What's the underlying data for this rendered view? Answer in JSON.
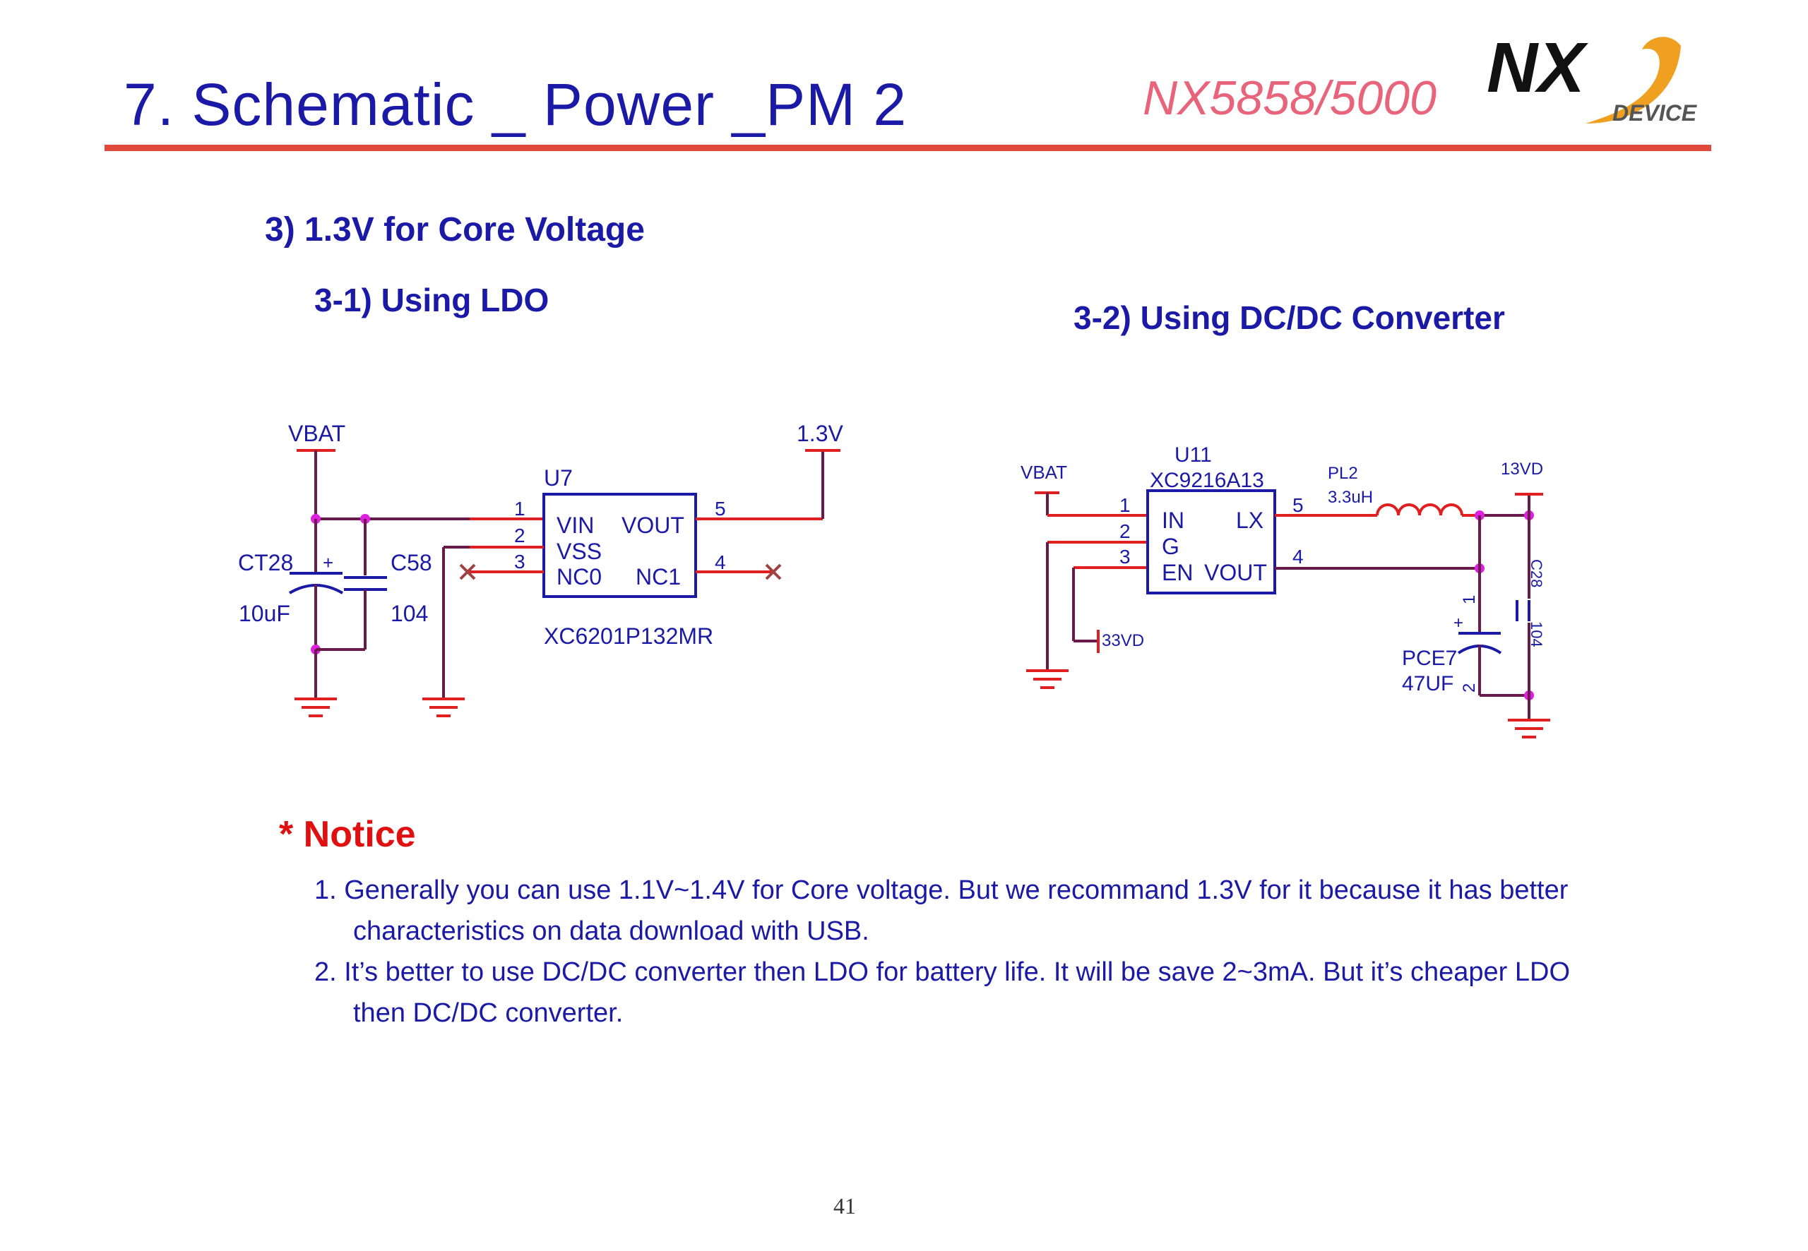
{
  "header": {
    "title": "7. Schematic _ Power _PM 2",
    "model": "NX5858/5000",
    "logo_text": "NX",
    "logo_subtext": "DEVICE"
  },
  "section": {
    "heading": "3) 1.3V for Core Voltage",
    "ldo_heading": "3-1) Using LDO",
    "dcdc_heading": "3-2) Using DC/DC Converter"
  },
  "ldo": {
    "vbat": "VBAT",
    "vout_net": "1.3V",
    "ref": "U7",
    "part": "XC6201P132MR",
    "pin_vin": "VIN",
    "pin_vss": "VSS",
    "pin_nc0": "NC0",
    "pin_vout": "VOUT",
    "pin_nc1": "NC1",
    "p1": "1",
    "p2": "2",
    "p3": "3",
    "p4": "4",
    "p5": "5",
    "ct_ref": "CT28",
    "ct_val": "10uF",
    "c_ref": "C58",
    "c_val": "104",
    "plus": "+"
  },
  "dcdc": {
    "vbat": "VBAT",
    "ref": "U11",
    "part": "XC9216A13",
    "pin_in": "IN",
    "pin_g": "G",
    "pin_en": "EN",
    "pin_vout": "VOUT",
    "pin_lx": "LX",
    "p1": "1",
    "p2": "2",
    "p3": "3",
    "p4": "4",
    "p5": "5",
    "l_ref": "PL2",
    "l_val": "3.3uH",
    "out_net": "13VD",
    "en_net": "33VD",
    "pce_ref": "PCE7",
    "pce_val": "47UF",
    "pce_p1": "1",
    "pce_p2": "2",
    "c28_ref": "C28",
    "c28_val": "104",
    "plus": "+"
  },
  "notice": {
    "title": "* Notice",
    "item1_line1": "1. Generally you can use 1.1V~1.4V for Core voltage. But we recommand 1.3V for it because it has better",
    "item1_line2": "characteristics on data download with USB.",
    "item2_line1": "2. It’s better to use DC/DC converter then LDO for battery life. It will be save 2~3mA. But it’s cheaper LDO",
    "item2_line2": "then DC/DC converter."
  },
  "page_number": "41",
  "colors": {
    "title_blue": "#1a1aa6",
    "rule_red": "#e0483a",
    "model_pink": "#e8647a",
    "wire_red": "#e02020",
    "wire_purple": "#6a1a4a",
    "junction": "#e020e0",
    "notice_red": "#e01010",
    "logo_orange": "#f0a020"
  }
}
